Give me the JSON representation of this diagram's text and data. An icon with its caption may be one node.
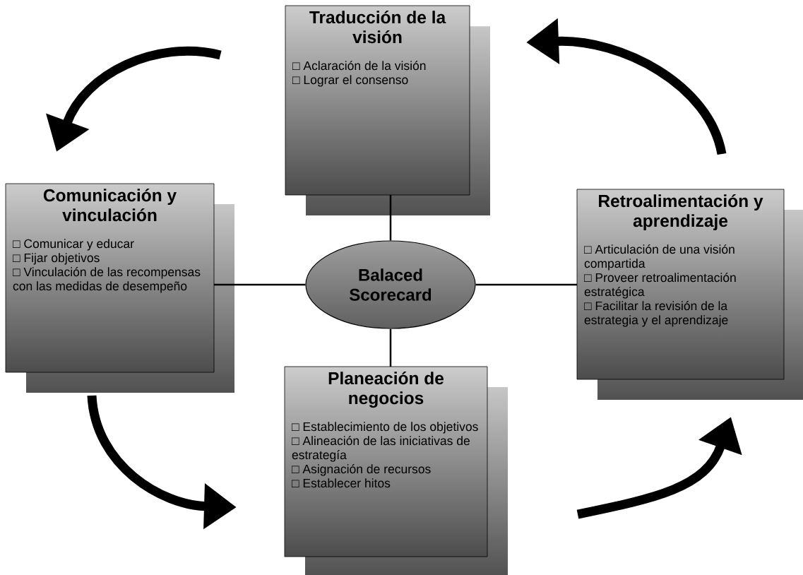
{
  "diagram": {
    "nodes": [
      {
        "text": [
          "Balaced Scorecard"
        ]
      },
      {
        "text": [
          "Traducción de la visión",
          "□ Aclaración de la visión",
          "□ Lograr el consenso"
        ]
      },
      {
        "text": [
          "Comunicación y vinculación",
          "□ Comunicar y educar",
          "□ Fijar objetivos",
          "□ Vinculación de las recompensas con las medidas de desempeño"
        ]
      },
      {
        "text": [
          "Retroalimentación y aprendizaje",
          "□ Articulación de una visión compartida",
          "□ Proveer retroalimentación estratégica",
          "□ Facilitar la revisión de la estrategia y el aprendizaje"
        ]
      },
      {
        "text": [
          "Planeación de negocios",
          "□ Establecimiento de los objetivos",
          "□ Alineación de las iniciativas de estrategía",
          "□ Asignación de recursos",
          "□ Establecer hitos"
        ]
      }
    ],
    "edges": [
      {
        "from": 0,
        "to": 1,
        "arrow": "none"
      },
      {
        "from": 0,
        "to": 2,
        "arrow": "none"
      },
      {
        "from": 0,
        "to": 3,
        "arrow": "none"
      },
      {
        "from": 0,
        "to": 4,
        "arrow": "none"
      }
    ]
  }
}
